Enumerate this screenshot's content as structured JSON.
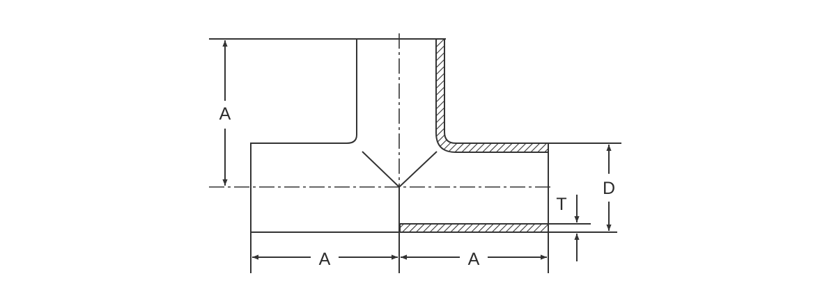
{
  "labels": {
    "height_left": "A",
    "bottom_left": "A",
    "bottom_right": "A",
    "diameter": "D",
    "thickness": "T"
  },
  "colors": {
    "line": "#333333",
    "background": "#ffffff"
  }
}
